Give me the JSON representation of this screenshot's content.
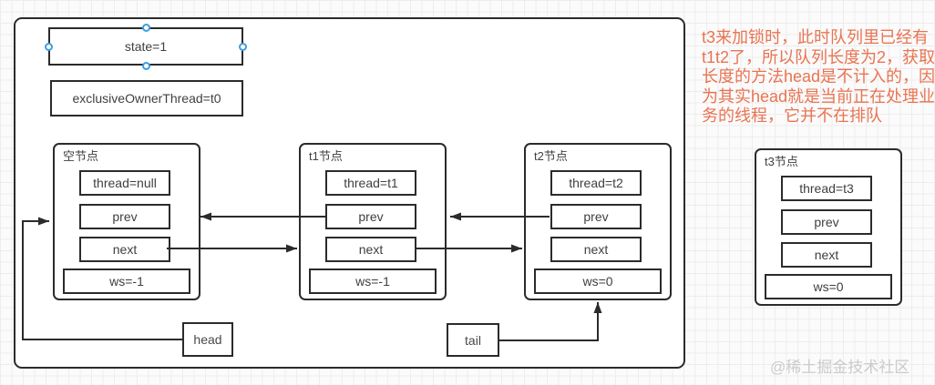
{
  "diagram": {
    "state_box": "state=1",
    "owner_box": "exclusiveOwnerThread=t0",
    "nodes": [
      {
        "title": "空节点",
        "thread": "thread=null",
        "prev": "prev",
        "next": "next",
        "ws": "ws=-1"
      },
      {
        "title": "t1节点",
        "thread": "thread=t1",
        "prev": "prev",
        "next": "next",
        "ws": "ws=-1"
      },
      {
        "title": "t2节点",
        "thread": "thread=t2",
        "prev": "prev",
        "next": "next",
        "ws": "ws=0"
      },
      {
        "title": "t3节点",
        "thread": "thread=t3",
        "prev": "prev",
        "next": "next",
        "ws": "ws=0"
      }
    ],
    "pointers": {
      "head": "head",
      "tail": "tail"
    }
  },
  "annotation": {
    "color": "#e97452",
    "lines": [
      "t3来加锁时，此时队列里已经有",
      "t1t2了，所以队列长度为2，获取",
      "长度的方法head是不计入的，因",
      "为其实head就是当前正在处理业",
      "务的线程，它并不在排队"
    ]
  },
  "watermark": "@稀土掘金技术社区",
  "colors": {
    "line": "#2b2b2b",
    "selection_handle": "#3a9de4",
    "grid": "#ededed",
    "annotation_text": "#e97452",
    "watermark_text": "#cbcbcb"
  }
}
